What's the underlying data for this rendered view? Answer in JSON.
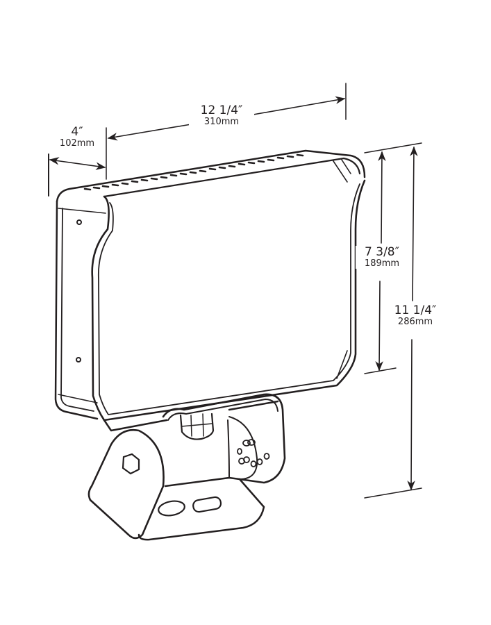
{
  "diagram": {
    "subject": "LED flood light fixture with adjustable yoke/knuckle mount",
    "line_color": "#231f20",
    "background_color": "#ffffff",
    "dimensions": {
      "depth": {
        "imperial": "4″",
        "metric": "102mm"
      },
      "width": {
        "imperial": "12 1/4″",
        "metric": "310mm"
      },
      "housing_height": {
        "imperial": "7 3/8″",
        "metric": "189mm"
      },
      "overall_height": {
        "imperial": "11 1/4″",
        "metric": "286mm"
      }
    },
    "parts": [
      "finned-housing-top",
      "lens-face",
      "side-panel",
      "mounting-bracket",
      "hex-bolt",
      "cable-gland",
      "adjustment-holes"
    ]
  }
}
